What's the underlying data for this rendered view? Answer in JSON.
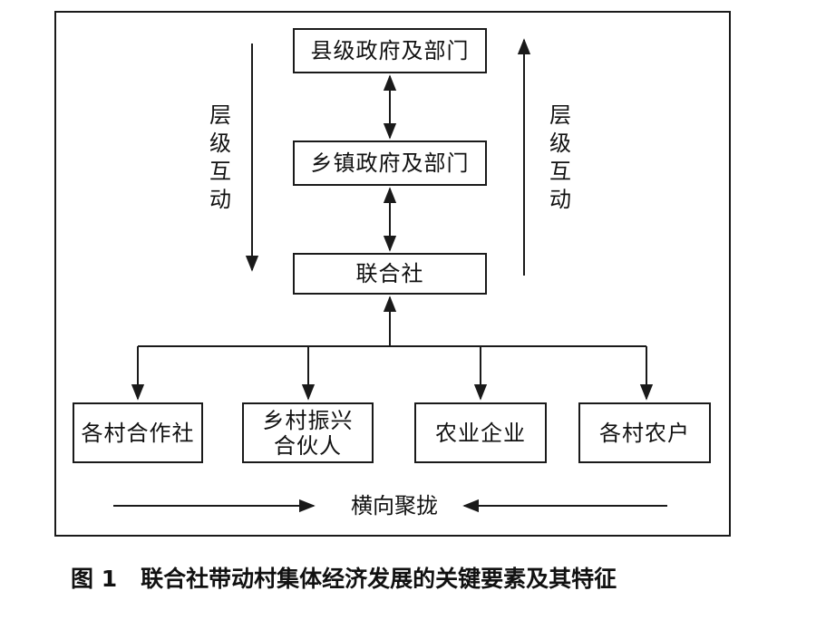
{
  "diagram": {
    "nodes": {
      "county": "县级政府及部门",
      "township": "乡镇政府及部门",
      "union": "联合社"
    },
    "participants": [
      {
        "key": "village_coops",
        "lines": [
          "各村合作社"
        ]
      },
      {
        "key": "revitalization_partners",
        "lines": [
          "乡村振兴",
          "合伙人"
        ]
      },
      {
        "key": "agri_enterprises",
        "lines": [
          "农业企业"
        ]
      },
      {
        "key": "village_households",
        "lines": [
          "各村农户"
        ]
      }
    ],
    "left_vertical_label": "层级互动",
    "right_vertical_label": "层级互动",
    "horizontal_label": "横向聚拢"
  },
  "caption": {
    "number": "图 1",
    "text": "联合社带动村集体经济发展的关键要素及其特征"
  }
}
